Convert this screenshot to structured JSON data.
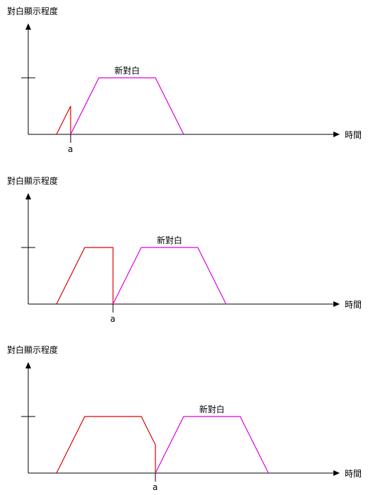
{
  "panels": [
    {
      "y_axis_label": "對白顯示程度",
      "x_axis_label": "時間",
      "new_dialogue_label": "新對白",
      "marker_label": "a"
    },
    {
      "y_axis_label": "對白顯示程度",
      "x_axis_label": "時間",
      "new_dialogue_label": "新對白",
      "marker_label": "a"
    },
    {
      "y_axis_label": "對白顯示程度",
      "x_axis_label": "時間",
      "new_dialogue_label": "新對白",
      "marker_label": "a"
    }
  ],
  "colors": {
    "old_dialogue": "#e00000",
    "new_dialogue": "#e000e0",
    "axis": "#000000"
  }
}
